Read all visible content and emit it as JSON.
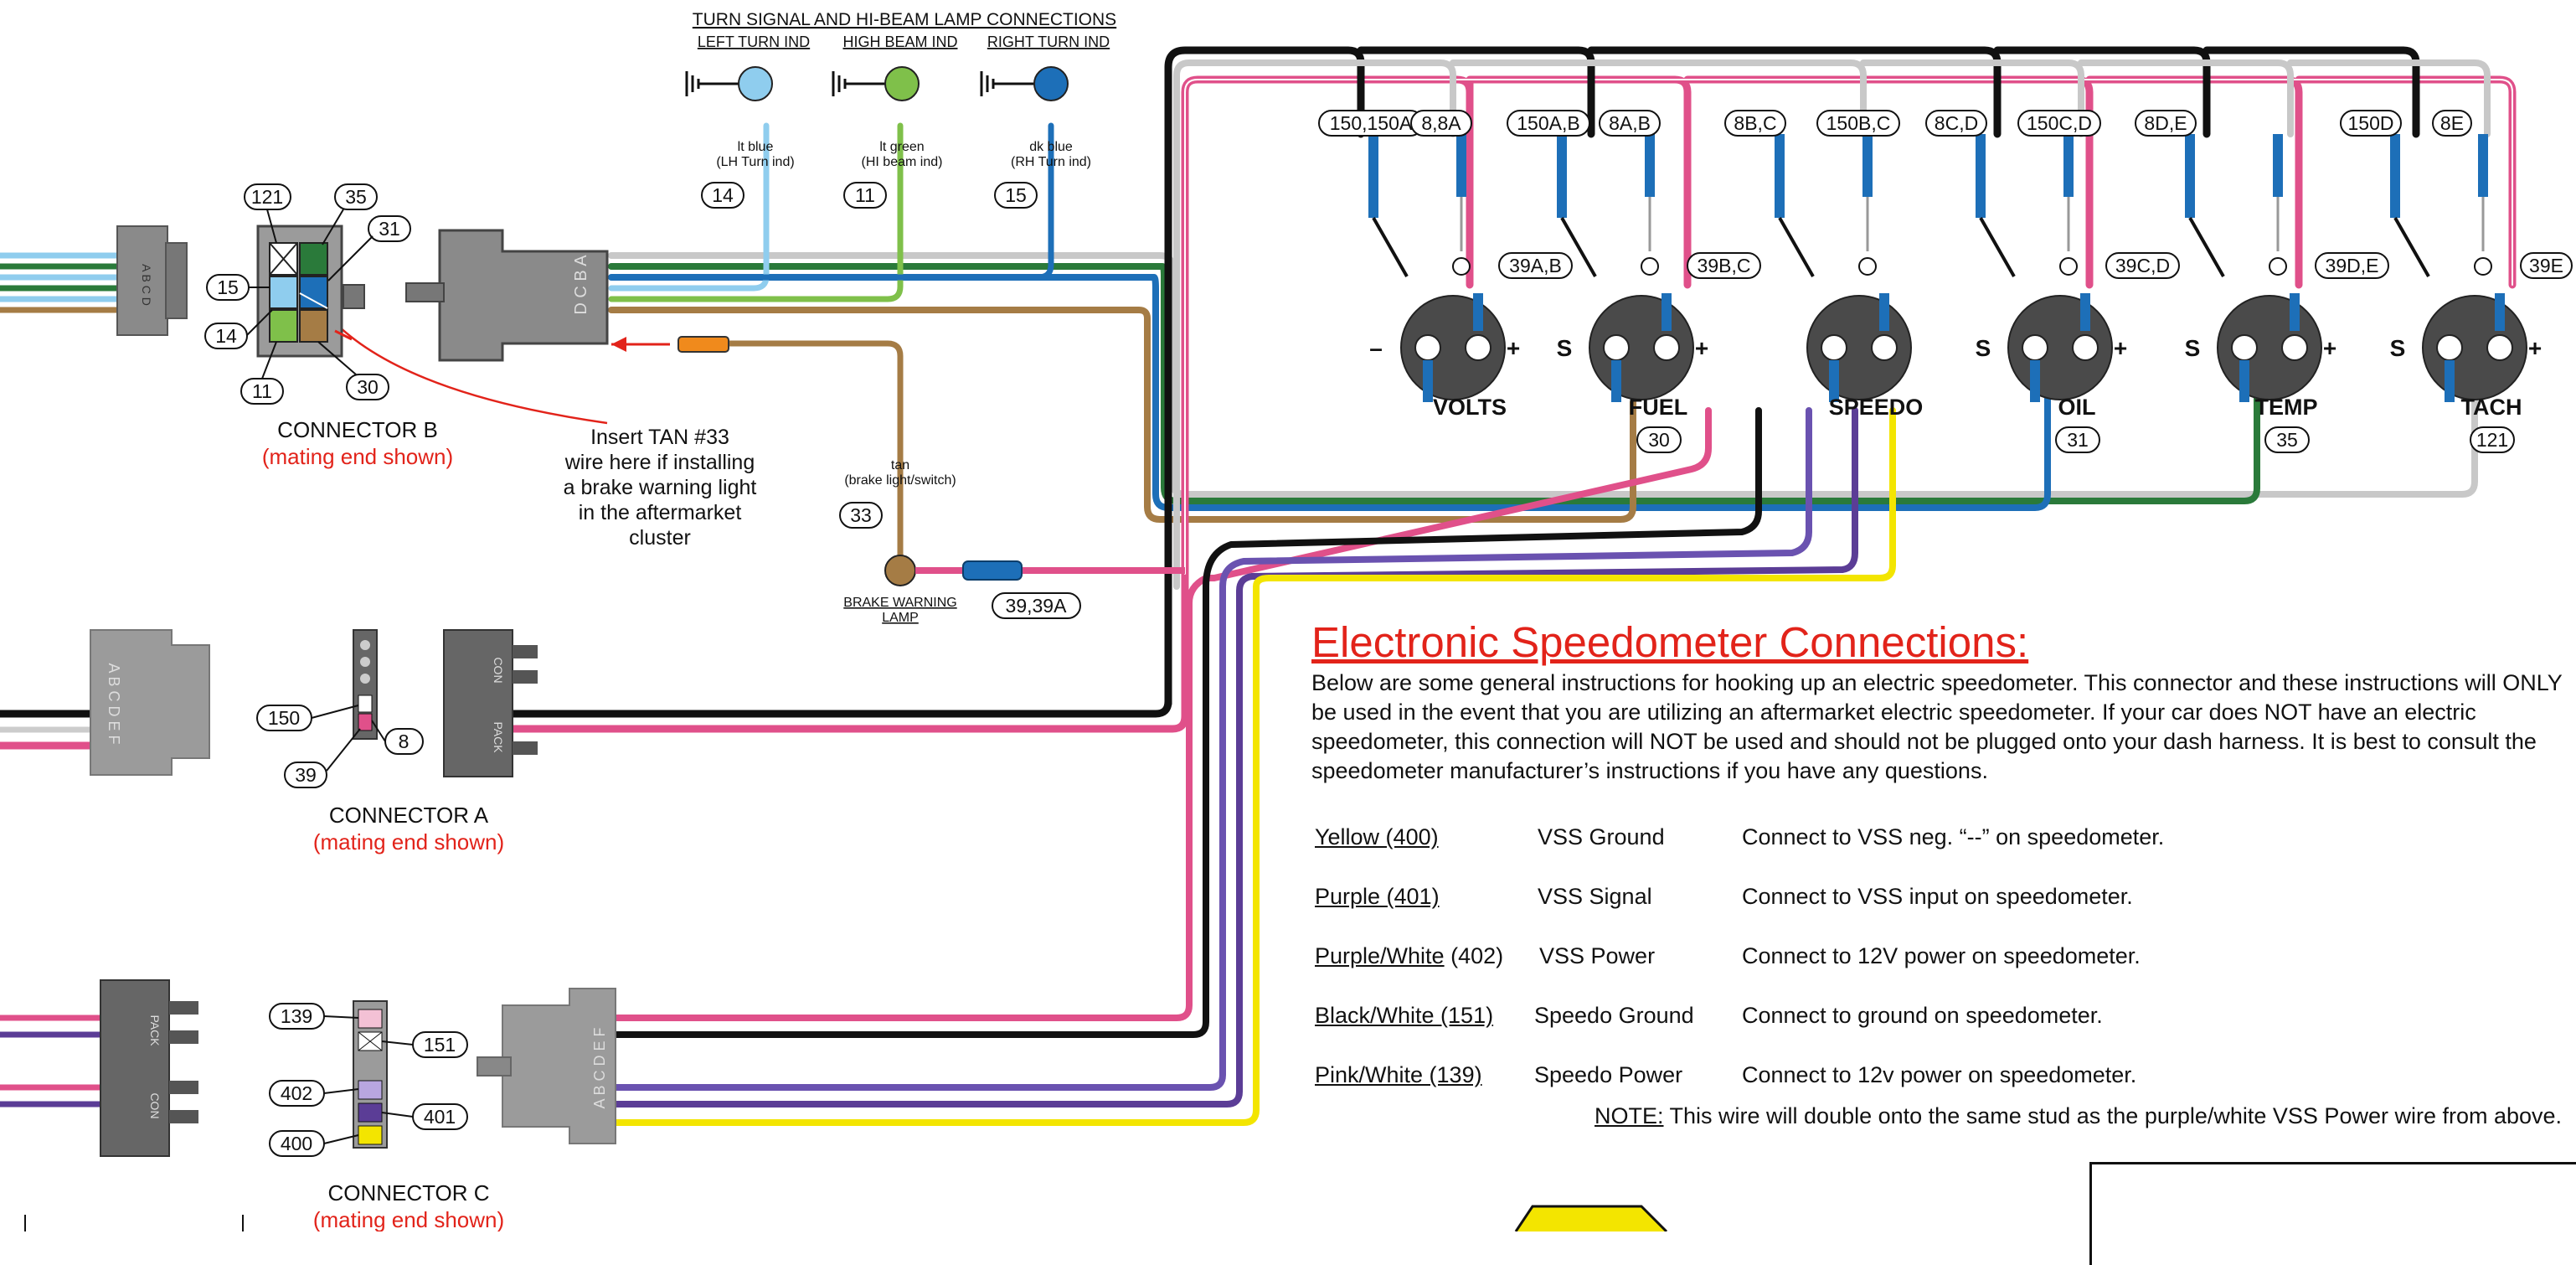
{
  "lamp_header": {
    "title": "TURN SIGNAL AND HI-BEAM LAMP CONNECTIONS",
    "left_label": "LEFT TURN IND",
    "high_label": "HIGH BEAM IND",
    "right_label": "RIGHT TURN IND",
    "left_wire": [
      "lt blue",
      "(LH Turn ind)"
    ],
    "high_wire": [
      "lt green",
      "(HI beam ind)"
    ],
    "right_wire": [
      "dk blue",
      "(RH Turn ind)"
    ],
    "left_num": "14",
    "high_num": "11",
    "right_num": "15"
  },
  "brake": {
    "wire": [
      "tan",
      "(brake light/switch)"
    ],
    "num": "33",
    "lamp_label": [
      "BRAKE WARNING",
      "LAMP"
    ],
    "splice_num": "39,39A",
    "insert_note": [
      "Insert TAN #33",
      "wire here if installing",
      "a brake warning light",
      "in the aftermarket",
      "cluster"
    ]
  },
  "connector_b": {
    "name": "CONNECTOR B",
    "sub": "(mating end shown)",
    "pins": [
      "121",
      "35",
      "31",
      "15",
      "14",
      "11",
      "30"
    ],
    "letters": "D C B A",
    "side_letters": "A  B  C  D"
  },
  "connector_a": {
    "name": "CONNECTOR A",
    "sub": "(mating end shown)",
    "pins": [
      "150",
      "8",
      "39"
    ],
    "side_letters": "A B C D E F",
    "con": "CON",
    "pack": "PACK"
  },
  "connector_c": {
    "name": "CONNECTOR C",
    "sub": "(mating end shown)",
    "pins": [
      "139",
      "151",
      "402",
      "401",
      "400"
    ],
    "side_letters": "A B C D E F",
    "con": "CON",
    "pack": "PACK"
  },
  "gauges": [
    {
      "name": "VOLTS",
      "num": "",
      "top_labels": [
        "150,150A",
        "8,8A"
      ],
      "side_label": "39A,B",
      "left_sign": "–"
    },
    {
      "name": "FUEL",
      "num": "30",
      "top_labels": [
        "150A,B",
        "8A,B"
      ],
      "side_label": "39B,C",
      "left_sign": "S"
    },
    {
      "name": "SPEEDO",
      "num": "",
      "top_labels": [
        "8B,C",
        "150B,C"
      ],
      "side_label": "",
      "left_sign": ""
    },
    {
      "name": "OIL",
      "num": "31",
      "top_labels": [
        "8C,D",
        "150C,D"
      ],
      "side_label": "39C,D",
      "left_sign": "S"
    },
    {
      "name": "TEMP",
      "num": "35",
      "top_labels": [
        "8D,E",
        ""
      ],
      "side_label": "39D,E",
      "left_sign": "S"
    },
    {
      "name": "TACH",
      "num": "121",
      "top_labels": [
        "150D",
        "8E"
      ],
      "side_label": "39E",
      "left_sign": "S"
    }
  ],
  "speedo_section": {
    "title": "Electronic Speedometer Connections:",
    "intro": "Below are some general instructions for hooking up an electric speedometer. This connector and these instructions will ONLY be used in the event that you are utilizing an aftermarket electric speedometer. If your car does NOT have an electric speedometer, this connection will NOT be used and should not be plugged onto your dash harness. It is best to consult the speedometer manufacturer’s instructions if you have any questions.",
    "rows": [
      {
        "wire": "Yellow (400)",
        "wire_extra": "",
        "func": "VSS Ground",
        "desc": "Connect to VSS neg. “--” on speedometer."
      },
      {
        "wire": "Purple (401)",
        "wire_extra": "",
        "func": "VSS Signal",
        "desc": "Connect to VSS input on speedometer."
      },
      {
        "wire": "Purple/White",
        "wire_extra": " (402)",
        "func": "VSS Power",
        "desc": "Connect to 12V power on speedometer."
      },
      {
        "wire": "Black/White (151)",
        "wire_extra": "",
        "func": "Speedo Ground",
        "desc": "Connect to ground on speedometer."
      },
      {
        "wire": "Pink/White (139)",
        "wire_extra": "",
        "func": "Speedo Power",
        "desc": "Connect to 12v power on speedometer."
      }
    ],
    "note_label": "NOTE:",
    "note_text": " This wire will double onto the same stud as the purple/white VSS Power wire from above."
  },
  "colors": {
    "pink": "#e0508a",
    "red_text": "#e2231a",
    "lt_blue": "#8fcdee",
    "lt_green": "#7fc04a",
    "dk_blue": "#1d6fb8",
    "tan": "#a57c45",
    "purple": "#5b3d96",
    "yellow": "#f3e500",
    "black": "#111111",
    "gray_wire": "#c8c8c8",
    "dk_green": "#2a7a3a",
    "connector_gray": "#8a8a8a"
  }
}
